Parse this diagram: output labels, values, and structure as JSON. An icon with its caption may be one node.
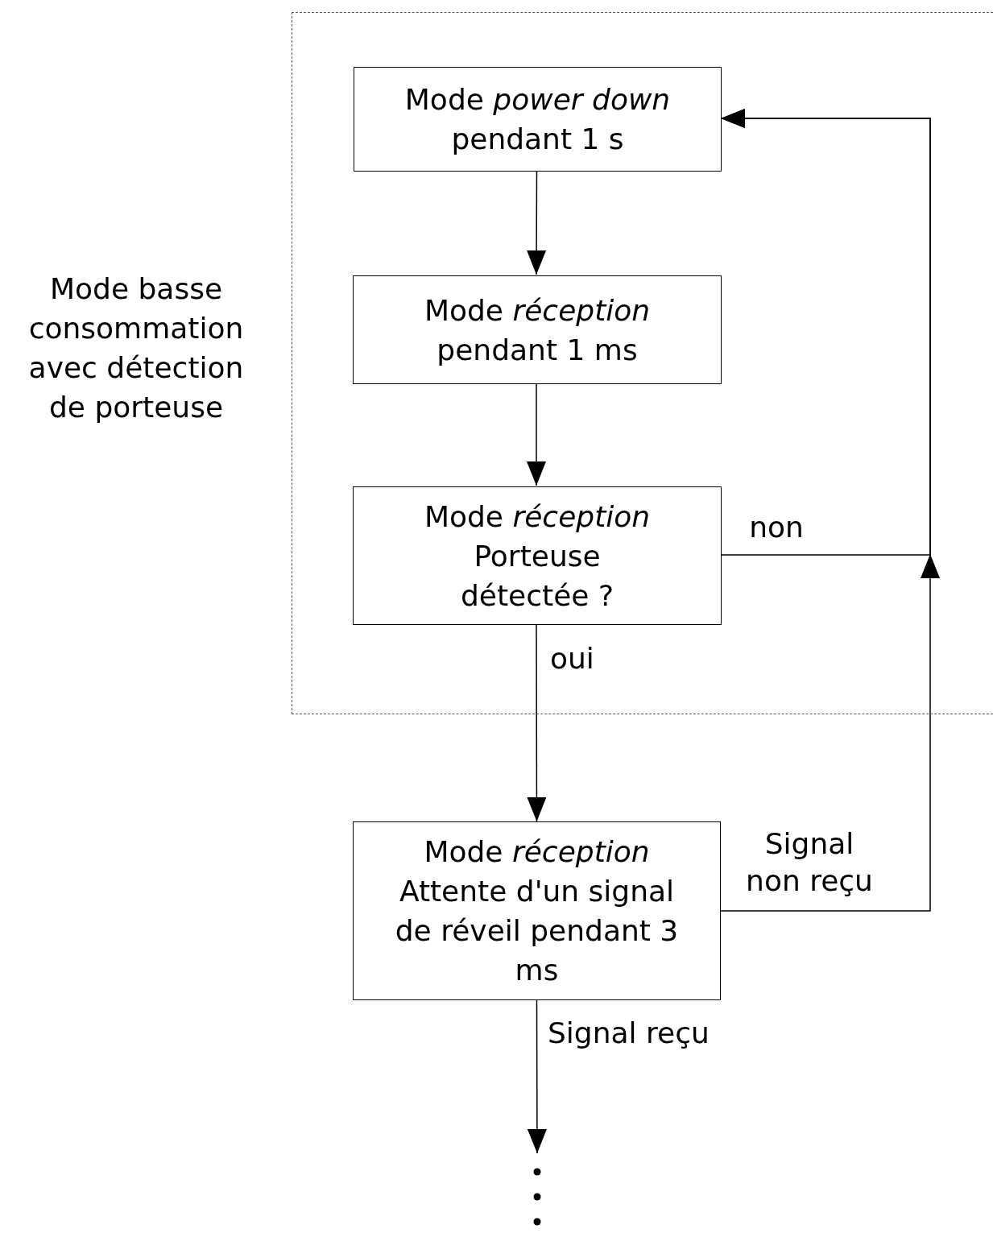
{
  "diagram": {
    "nodes": [
      {
        "text": [
          "Mode basse consommation avec détection de porteuse"
        ]
      },
      {
        "text": [
          "Mode *power down* pendant 1 s"
        ],
        "in": 0
      },
      {
        "text": [
          "Mode *réception* pendant 1 ms"
        ],
        "in": 0
      },
      {
        "text": [
          "Mode *réception* Porteuse détectée ?"
        ],
        "in": 0
      },
      {
        "text": [
          "Mode *réception* Attente d'un signal de réveil pendant 3 ms"
        ]
      }
    ],
    "edges": [
      {
        "from": 1,
        "to": 2,
        "arrow": "to"
      },
      {
        "from": 2,
        "to": 3,
        "arrow": "to"
      },
      {
        "from": 3,
        "to": 1,
        "arrow": "to",
        "label": "non"
      },
      {
        "from": 4,
        "to": 1,
        "arrow": "to",
        "label": "Signal non reçu"
      },
      {
        "from": 3,
        "to": 4,
        "arrow": "to",
        "label": "oui"
      },
      {
        "from": 4,
        "to": null,
        "arrow": "to",
        "label": "Signal reçu"
      }
    ]
  }
}
